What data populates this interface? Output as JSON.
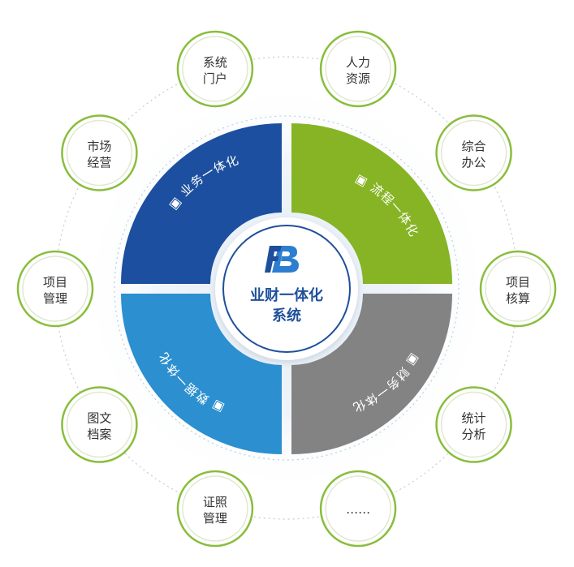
{
  "center": {
    "logo_text": "FB",
    "line1": "业财一体化",
    "line2": "系统"
  },
  "quadrants": [
    {
      "id": "business",
      "label": "业务一体化",
      "icon": "document-icon",
      "color": "#1c4f9f"
    },
    {
      "id": "process",
      "label": "流程一体化",
      "icon": "network-icon",
      "color": "#86b425"
    },
    {
      "id": "finance",
      "label": "财务一体化",
      "icon": "document-icon",
      "color": "#838383"
    },
    {
      "id": "data",
      "label": "数据一体化",
      "icon": "chart-icon",
      "color": "#2b8fd0"
    }
  ],
  "modules": [
    {
      "line1": "系统",
      "line2": "门户"
    },
    {
      "line1": "人力",
      "line2": "资源"
    },
    {
      "line1": "综合",
      "line2": "办公"
    },
    {
      "line1": "项目",
      "line2": "核算"
    },
    {
      "line1": "统计",
      "line2": "分析"
    },
    {
      "line1": "……",
      "line2": ""
    },
    {
      "line1": "证照",
      "line2": "管理"
    },
    {
      "line1": "图文",
      "line2": "档案"
    },
    {
      "line1": "项目",
      "line2": "管理"
    },
    {
      "line1": "市场",
      "line2": "经营"
    }
  ],
  "colors": {
    "node_border": "#88be3c",
    "node_inner": "#dfe9cf",
    "center_ring": "#1f4f9c",
    "dotted_ring": "#b9c3cc"
  }
}
